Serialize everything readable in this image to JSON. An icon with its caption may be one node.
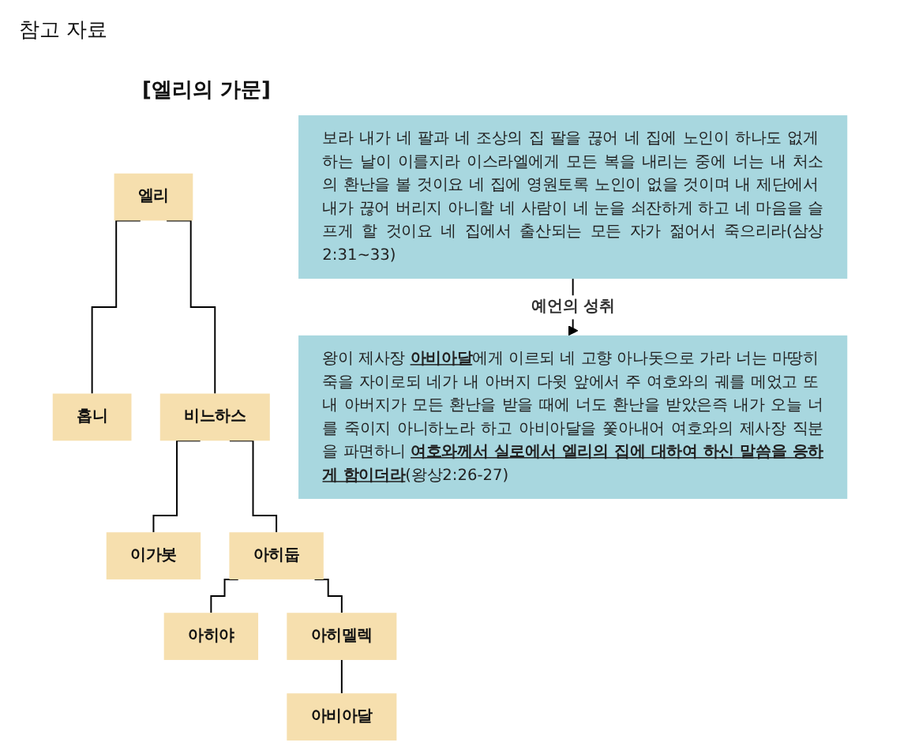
{
  "diagram": {
    "title": "참고 자료",
    "nodes": [
      {
        "text": [
          "엘리"
        ]
      },
      {
        "text": [
          "홉니"
        ]
      },
      {
        "text": [
          "비느하스"
        ]
      },
      {
        "text": [
          "이가봇"
        ]
      },
      {
        "text": [
          "아히둡"
        ]
      },
      {
        "text": [
          "아히야"
        ]
      },
      {
        "text": [
          "아히멜렉"
        ]
      },
      {
        "text": [
          "아비아달"
        ]
      },
      {
        "text": [
          "보라 내가 네 팔과 네 조상의 집 팔을 끊어 네 집에 노인이 하나도 없게 하는 날이 이를지라 이스라엘에게 모든 복을 내리는 중에 너는 내 처소의 환난을 볼 것이요 네 집에 영원토록 노인이 없을 것이며 내 제단에서 내가 끊어 버리지 아니할 네 사람이 네 눈을 쇠잔하게 하고 네 마음을 슬프게 할 것이요 네 집에서 출산되는 모든 자가 젊어서 죽으리라(삼상2:31~33)"
        ]
      },
      {
        "text": [
          "왕이 제사장 **아비아달**에게 이르되 네 고향 아나돗으로 가라 너는 마땅히 죽을 자이로되 네가 내 아버지 다윗 앞에서 주 여호와의 궤를 메었고 또 내 아버지가 모든 환난을 받을 때에 너도 환난을 받았은즉 내가 오늘 너를 죽이지 아니하노라 하고 아비아달을 쫓아내어 여호와의 제사장 직분을 파면하니 **여호와께서 실로에서 엘리의 집에 대하여 하신 말씀을 응하게 함이더라**(왕상2:26-27)"
        ]
      }
    ],
    "edges": [
      {
        "from": 0,
        "to": 1,
        "arrow": "none"
      },
      {
        "from": 0,
        "to": 2,
        "arrow": "none"
      },
      {
        "from": 2,
        "to": 3,
        "arrow": "none"
      },
      {
        "from": 2,
        "to": 4,
        "arrow": "none"
      },
      {
        "from": 4,
        "to": 5,
        "arrow": "none"
      },
      {
        "from": 4,
        "to": 6,
        "arrow": "none"
      },
      {
        "from": 6,
        "to": 7,
        "arrow": "none"
      },
      {
        "from": 8,
        "to": 9,
        "arrow": "to",
        "label": "예언의 성취"
      }
    ],
    "labels": [
      "[엘리의 가문]"
    ]
  }
}
